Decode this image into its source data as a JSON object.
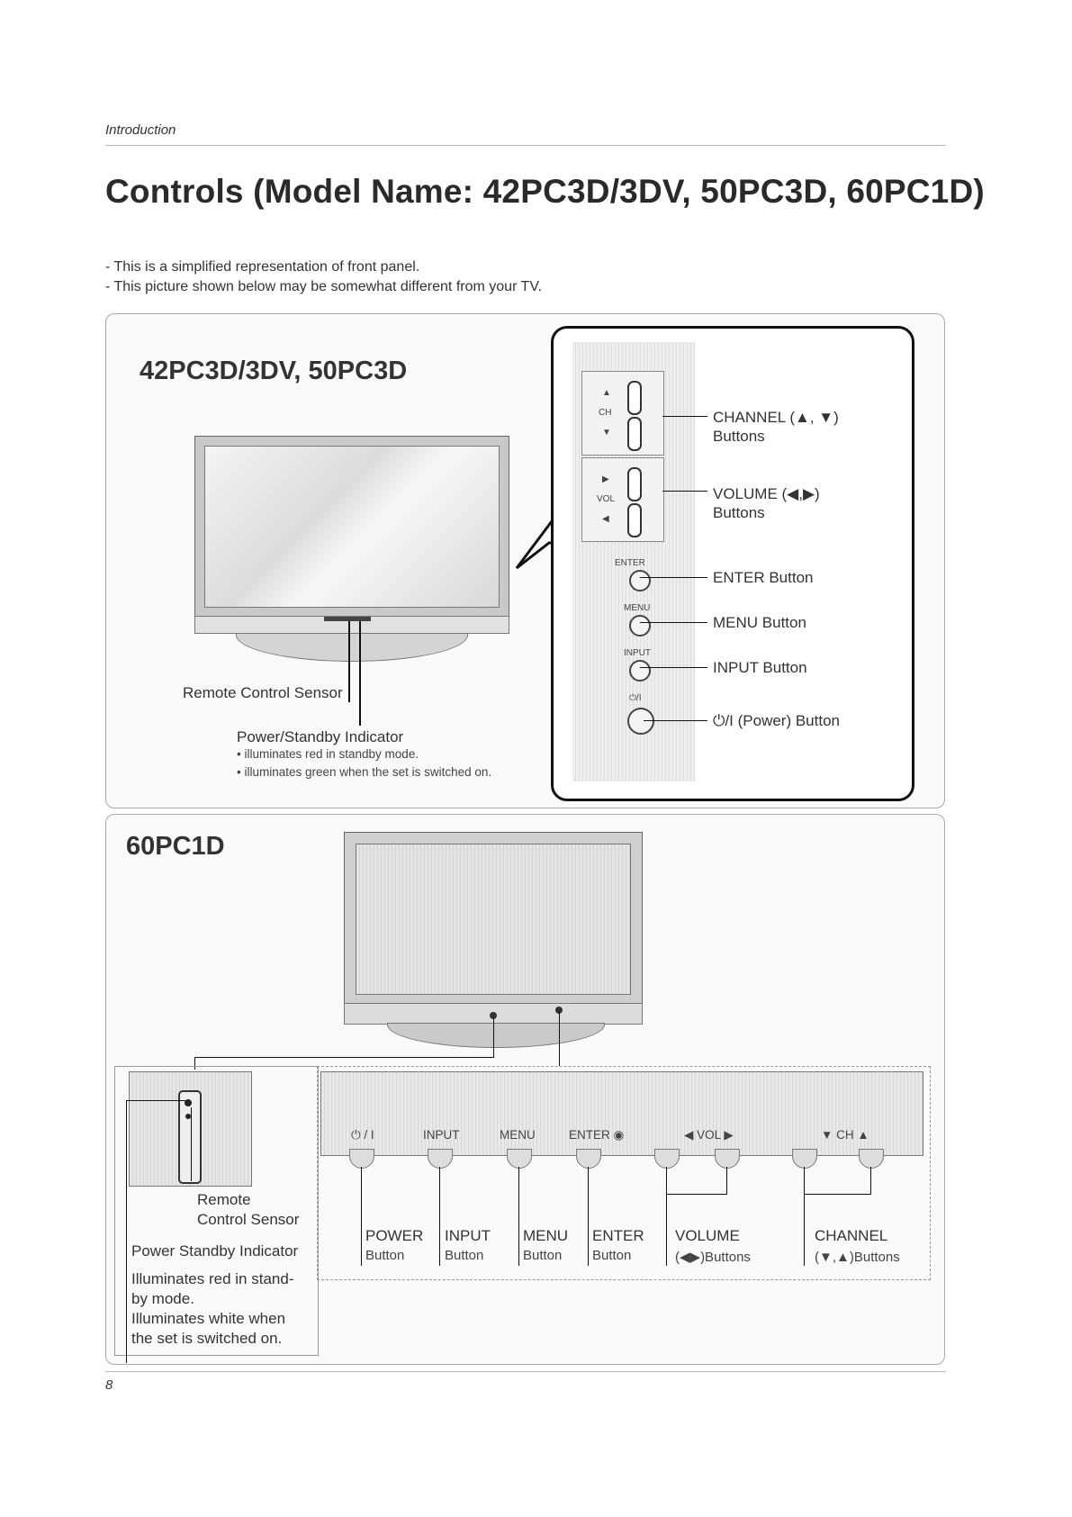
{
  "header": {
    "section": "Introduction"
  },
  "title": "Controls (Model Name: 42PC3D/3DV, 50PC3D, 60PC1D)",
  "notes": [
    "- This is a simplified representation of front panel.",
    "- This picture shown below may be somewhat different from your TV."
  ],
  "panel1": {
    "model": "42PC3D/3DV, 50PC3D",
    "remote_sensor": "Remote Control Sensor",
    "power_indicator": "Power/Standby Indicator",
    "indicator_notes": [
      "• illuminates red in standby mode.",
      "• illuminates green when the set is switched on."
    ],
    "side_panel_labels": {
      "ch": "CH",
      "vol": "VOL",
      "enter": "ENTER",
      "menu": "MENU",
      "input": "INPUT",
      "power": "⏻/I"
    },
    "callouts": [
      {
        "line1": "CHANNEL (▲, ▼)",
        "line2": "Buttons"
      },
      {
        "line1": "VOLUME (◀,▶)",
        "line2": "Buttons"
      },
      {
        "line1": "ENTER Button",
        "line2": ""
      },
      {
        "line1": "MENU Button",
        "line2": ""
      },
      {
        "line1": "INPUT Button",
        "line2": ""
      },
      {
        "line1": "⏻/I (Power) Button",
        "line2": ""
      }
    ]
  },
  "panel2": {
    "model": "60PC1D",
    "sensor_line1": "Remote",
    "sensor_line2": "Control Sensor",
    "power_indicator": "Power Standby Indicator",
    "indicator_notes": [
      "Illuminates red in stand-",
      "by mode.",
      "Illuminates white when",
      "the set is switched on."
    ],
    "strip_labels": {
      "power": "⏻ / I",
      "input": "INPUT",
      "menu": "MENU",
      "enter": "ENTER ◉",
      "vol": "◀ VOL ▶",
      "ch": "▼ CH ▲"
    },
    "buttons": [
      {
        "line1": "POWER",
        "line2": "Button"
      },
      {
        "line1": "INPUT",
        "line2": "Button"
      },
      {
        "line1": "MENU",
        "line2": "Button"
      },
      {
        "line1": "ENTER",
        "line2": "Button"
      },
      {
        "line1": "VOLUME",
        "line2": "(◀▶)Buttons"
      },
      {
        "line1": "CHANNEL",
        "line2": "(▼,▲)Buttons"
      }
    ]
  },
  "footer": {
    "page": "8"
  }
}
